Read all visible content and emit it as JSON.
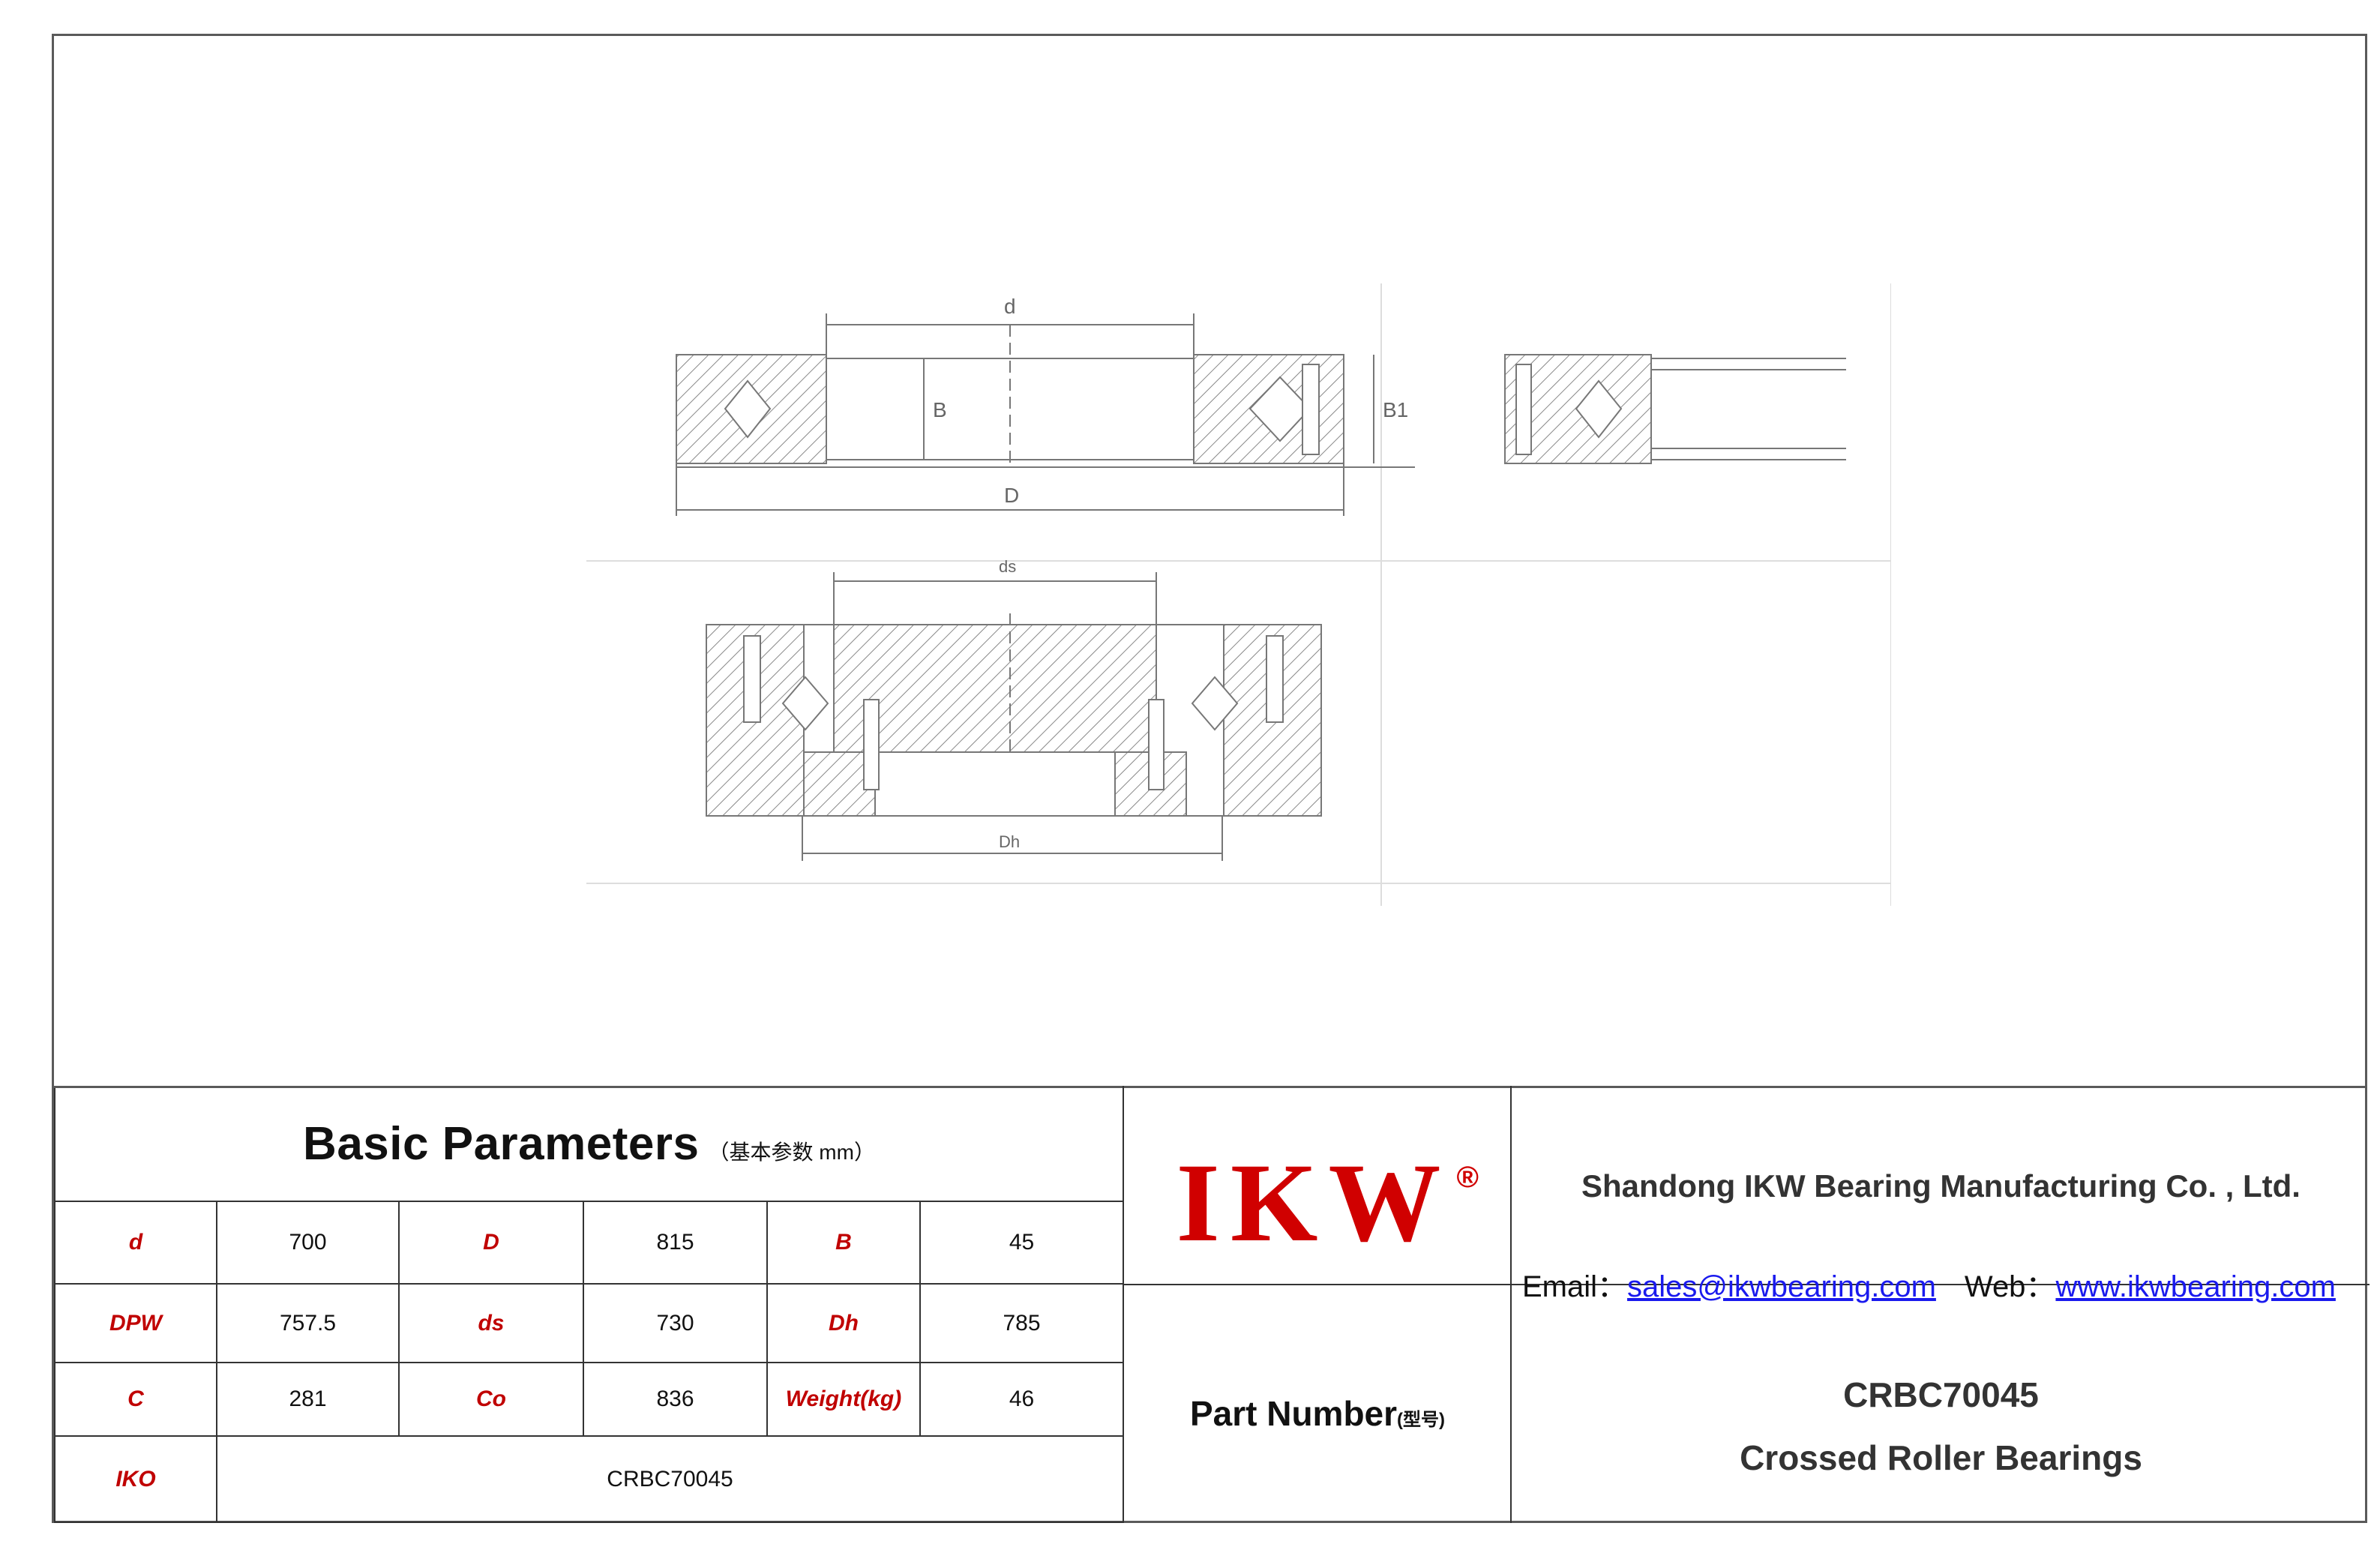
{
  "drawing": {
    "labels": {
      "d": "d",
      "D": "D",
      "B": "B",
      "B1": "B1",
      "ds": "ds",
      "Dh": "Dh"
    }
  },
  "params": {
    "title": "Basic Parameters",
    "subtitle": "（基本参数 mm）",
    "rows": [
      [
        {
          "label": "d",
          "value": "700"
        },
        {
          "label": "D",
          "value": "815"
        },
        {
          "label": "B",
          "value": "45"
        }
      ],
      [
        {
          "label": "DPW",
          "value": "757.5"
        },
        {
          "label": "ds",
          "value": "730"
        },
        {
          "label": "Dh",
          "value": "785"
        }
      ],
      [
        {
          "label": "C",
          "value": "281"
        },
        {
          "label": "Co",
          "value": "836"
        },
        {
          "label": "Weight(kg)",
          "value": "46"
        }
      ]
    ],
    "iko": {
      "label": "IKO",
      "value": "CRBC70045"
    }
  },
  "brand": {
    "logo": "IKW",
    "registered": "®",
    "logo_color": "#d00000"
  },
  "company": {
    "name": "Shandong IKW Bearing Manufacturing Co. , Ltd.",
    "email_label": "Email：",
    "email": "sales@ikwbearing.com",
    "web_label": "Web：",
    "web": "www.ikwbearing.com"
  },
  "part": {
    "label": "Part Number",
    "label_cn": "(型号)",
    "number": "CRBC70045",
    "type": "Crossed Roller Bearings"
  }
}
